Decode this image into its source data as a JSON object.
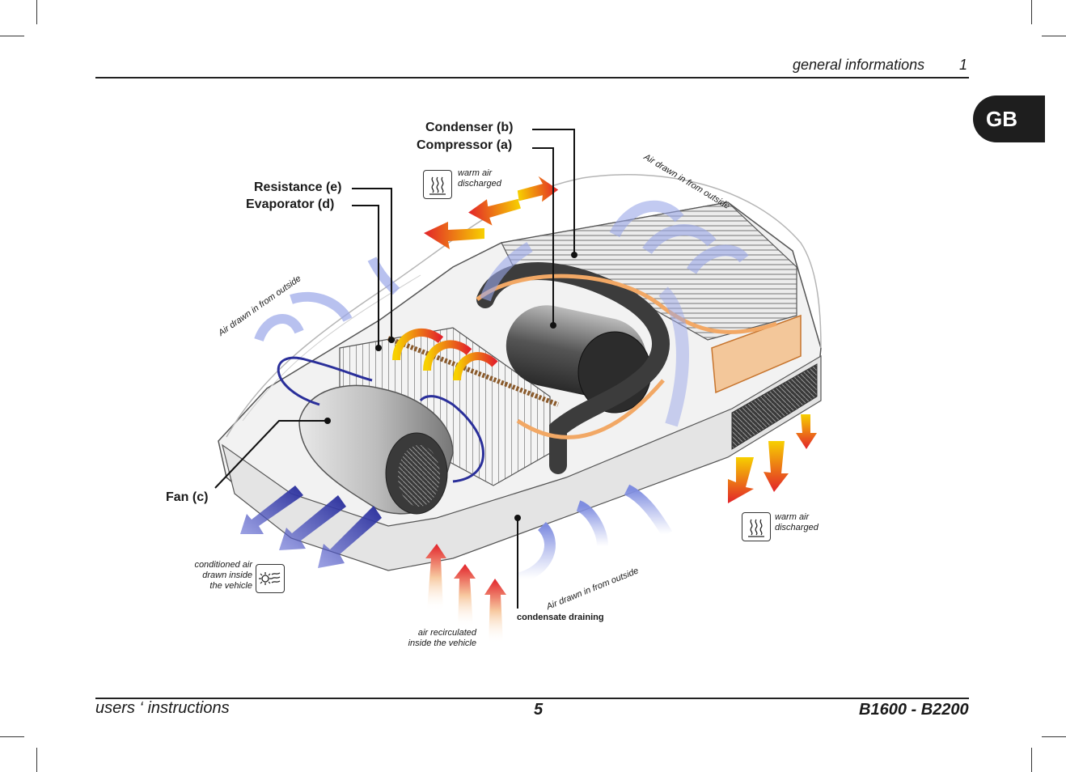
{
  "header": {
    "section_title": "general informations",
    "chapter_number": "1"
  },
  "language_tab": "GB",
  "footer": {
    "left_text": "users ‘ instructions",
    "page_number": "5",
    "model": "B1600 - B2200"
  },
  "labels": {
    "condenser": "Condenser (b)",
    "compressor": "Compressor (a)",
    "resistance": "Resistance (e)",
    "evaporator": "Evaporator (d)",
    "fan": "Fan (c)",
    "warm_air_top_l1": "warm air",
    "warm_air_top_l2": "discharged",
    "warm_air_right_l1": "warm air",
    "warm_air_right_l2": "discharged",
    "air_outside_top": "Air drawn in from outside",
    "air_outside_left": "Air drawn in from outside",
    "air_outside_bottom": "Air drawn in from outside",
    "conditioned_l1": "conditioned air",
    "conditioned_l2": "drawn inside",
    "conditioned_l3": "the vehicle",
    "recirc_l1": "air recirculated",
    "recirc_l2": "inside the vehicle",
    "condensate": "condensate draining"
  },
  "icons": [
    "heat-waves-icon",
    "heat-waves-icon",
    "cool-air-fan-icon"
  ],
  "colors": {
    "warm_start": "#f7d000",
    "warm_end": "#e2232a",
    "cool_air": "#2a2f9a",
    "outside_air": "#9aa6e8",
    "copper": "#f2a865",
    "tab_bg": "#1e1e1e"
  }
}
